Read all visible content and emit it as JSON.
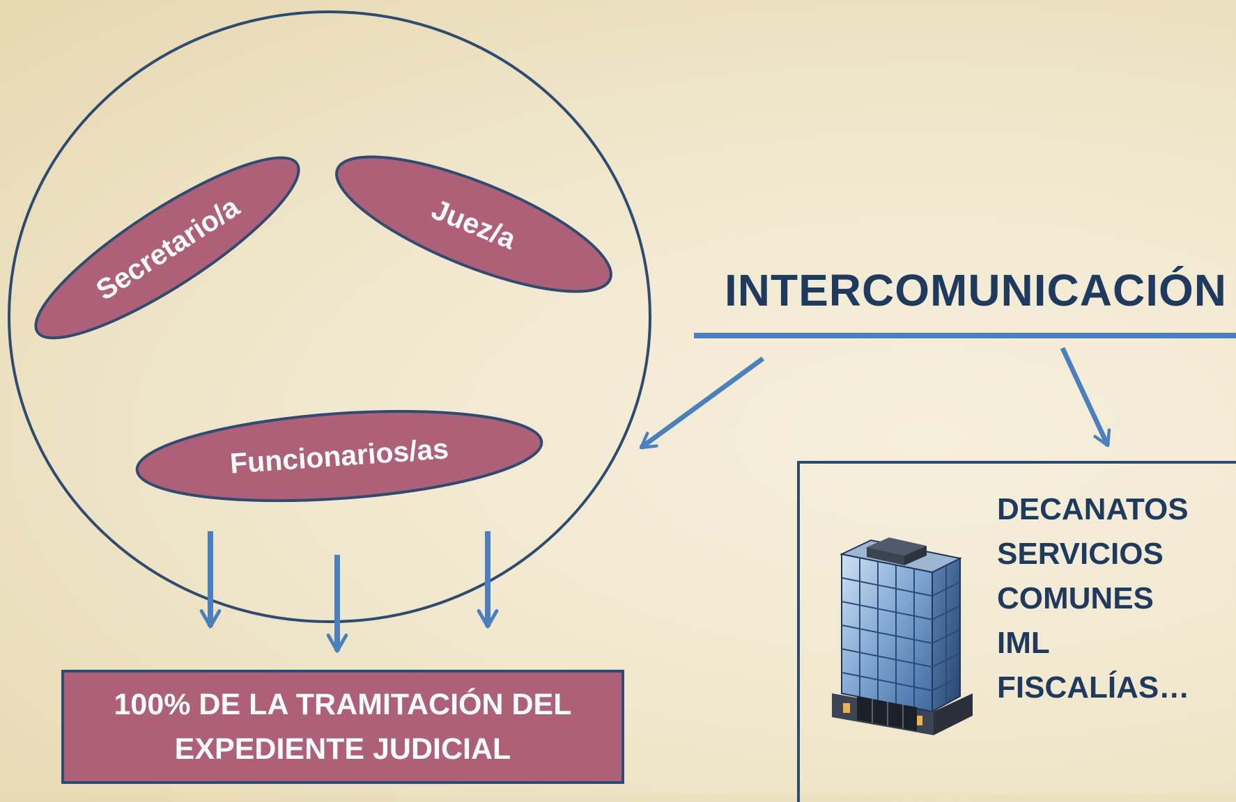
{
  "roles": {
    "secretary": "Secretario/a",
    "judge": "Juez/a",
    "officials": "Funcionarios/as"
  },
  "result": {
    "line1": "100% DE LA TRAMITACIÓN DEL",
    "line2": "EXPEDIENTE JUDICIAL"
  },
  "intercom": {
    "title": "INTERCOMUNICACIÓN"
  },
  "entities": [
    "DECANATOS",
    "SERVICIOS",
    "COMUNES",
    "IML",
    "FISCALÍAS…"
  ],
  "icons": {
    "building": "office-building-icon"
  },
  "colors": {
    "background": "#f1e8cf",
    "ellipse_fill": "#ad6078",
    "outline": "#2e4b72",
    "arrow": "#4a7fc0",
    "title_text": "#1f3a5f",
    "role_text": "#ffffff"
  }
}
